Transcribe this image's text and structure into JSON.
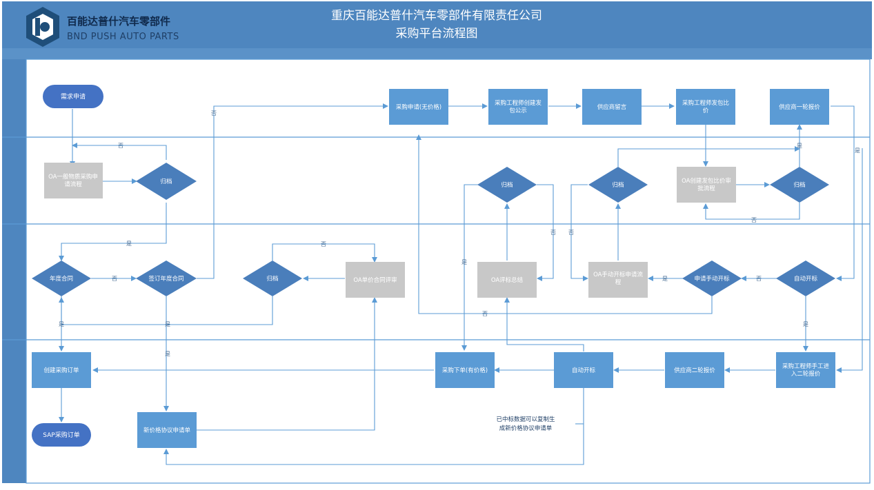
{
  "header": {
    "company_cn": "百能达普什汽车零部件",
    "company_en": "BND PUSH AUTO PARTS",
    "title_line1": "重庆百能达普什汽车零部件有限责任公司",
    "title_line2": "采购平台流程图"
  },
  "colors": {
    "header_bg": "#4E86BF",
    "process_blue": "#5B9BD5",
    "oa_gray": "#C8C8C8",
    "decision": "#4A7EBB",
    "terminator": "#4472C4",
    "connector": "#5B9BD5"
  },
  "nodes": {
    "demand_request": "需求申请",
    "purchase_no_price": "采购申请(无价格)",
    "engineer_publish": "采购工程师创建发包公示",
    "supplier_message": "供应商留言",
    "engineer_compare": "采购工程师发包比价",
    "supplier_round1": "供应商一轮报价",
    "oa_general": "OA一般物质采购申请流程",
    "archive_1": "归档",
    "archive_2": "归档",
    "archive_3": "归档",
    "oa_package_compare": "OA创建发包比价审批流程",
    "archive_4": "归档",
    "annual_contract": "年度合同",
    "sign_annual_contract": "签订年度合同",
    "archive_5": "归档",
    "oa_unit_price_review": "OA单价合同评审",
    "oa_bid_summary": "OA评标总结",
    "oa_manual_bid": "OA手动开标申请流程",
    "apply_manual_bid": "申请手动开标",
    "auto_bid_1": "自动开标",
    "create_po": "创建采购订单",
    "order_with_price": "采购下单(有价格)",
    "auto_bid_2": "自动开标",
    "supplier_round2": "供应商二轮报价",
    "engineer_round2": "采购工程师手工进入二轮报价",
    "sap_po": "SAP采购订单",
    "new_price_agreement": "新价格协议申请单"
  },
  "edge_labels": {
    "no": "否",
    "yes": "是"
  },
  "annotation": "已中标数据可以复制生成新价格协议申请单"
}
